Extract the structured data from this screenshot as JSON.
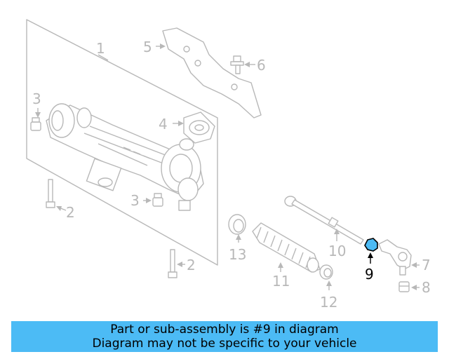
{
  "diagram": {
    "highlight_color": "#4cbbf5",
    "callouts": {
      "c1": "1",
      "c2a": "2",
      "c2b": "2",
      "c3a": "3",
      "c3b": "3",
      "c4": "4",
      "c5": "5",
      "c6": "6",
      "c7": "7",
      "c8": "8",
      "c9": "9",
      "c10": "10",
      "c11": "11",
      "c12": "12",
      "c13": "13"
    }
  },
  "banner": {
    "line1": "Part or sub-assembly is #9 in diagram",
    "line2": "Diagram may not be specific to your vehicle",
    "color": "#4cbbf5"
  }
}
